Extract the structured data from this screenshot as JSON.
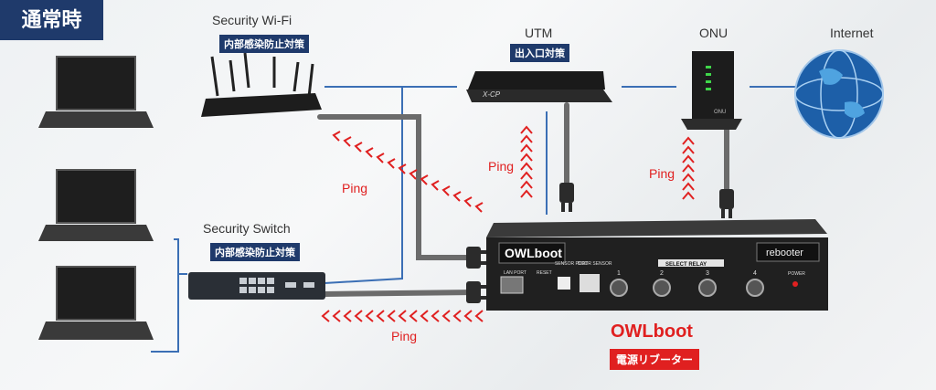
{
  "mode_label": "通常時",
  "devices": {
    "wifi": {
      "title": "Security Wi-Fi",
      "badge": "内部感染防止対策"
    },
    "switch": {
      "title": "Security Switch",
      "badge": "内部感染防止対策"
    },
    "utm": {
      "title": "UTM",
      "badge": "出入口対策",
      "brand": "X-CP"
    },
    "onu": {
      "title": "ONU",
      "brand": "ONU"
    },
    "internet": {
      "title": "Internet"
    },
    "owlboot": {
      "title": "OWLboot",
      "badge": "電源リブーター",
      "logo": "OWLboot",
      "tag": "rebooter",
      "port_lan": "LAN PORT",
      "port_reset": "RESET",
      "port_sensor": "SENSOR PORT",
      "port_door": "DOOR SENSOR",
      "relay_label": "SELECT RELAY",
      "relay_numbers": [
        "1",
        "2",
        "3",
        "4"
      ],
      "power_label": "POWER"
    }
  },
  "ping_labels": [
    "Ping",
    "Ping",
    "Ping",
    "Ping"
  ],
  "colors": {
    "navy": "#1f3a6b",
    "red": "#e02020",
    "blue_line": "#3b6fb5",
    "gray_line": "#6b6b6b"
  }
}
